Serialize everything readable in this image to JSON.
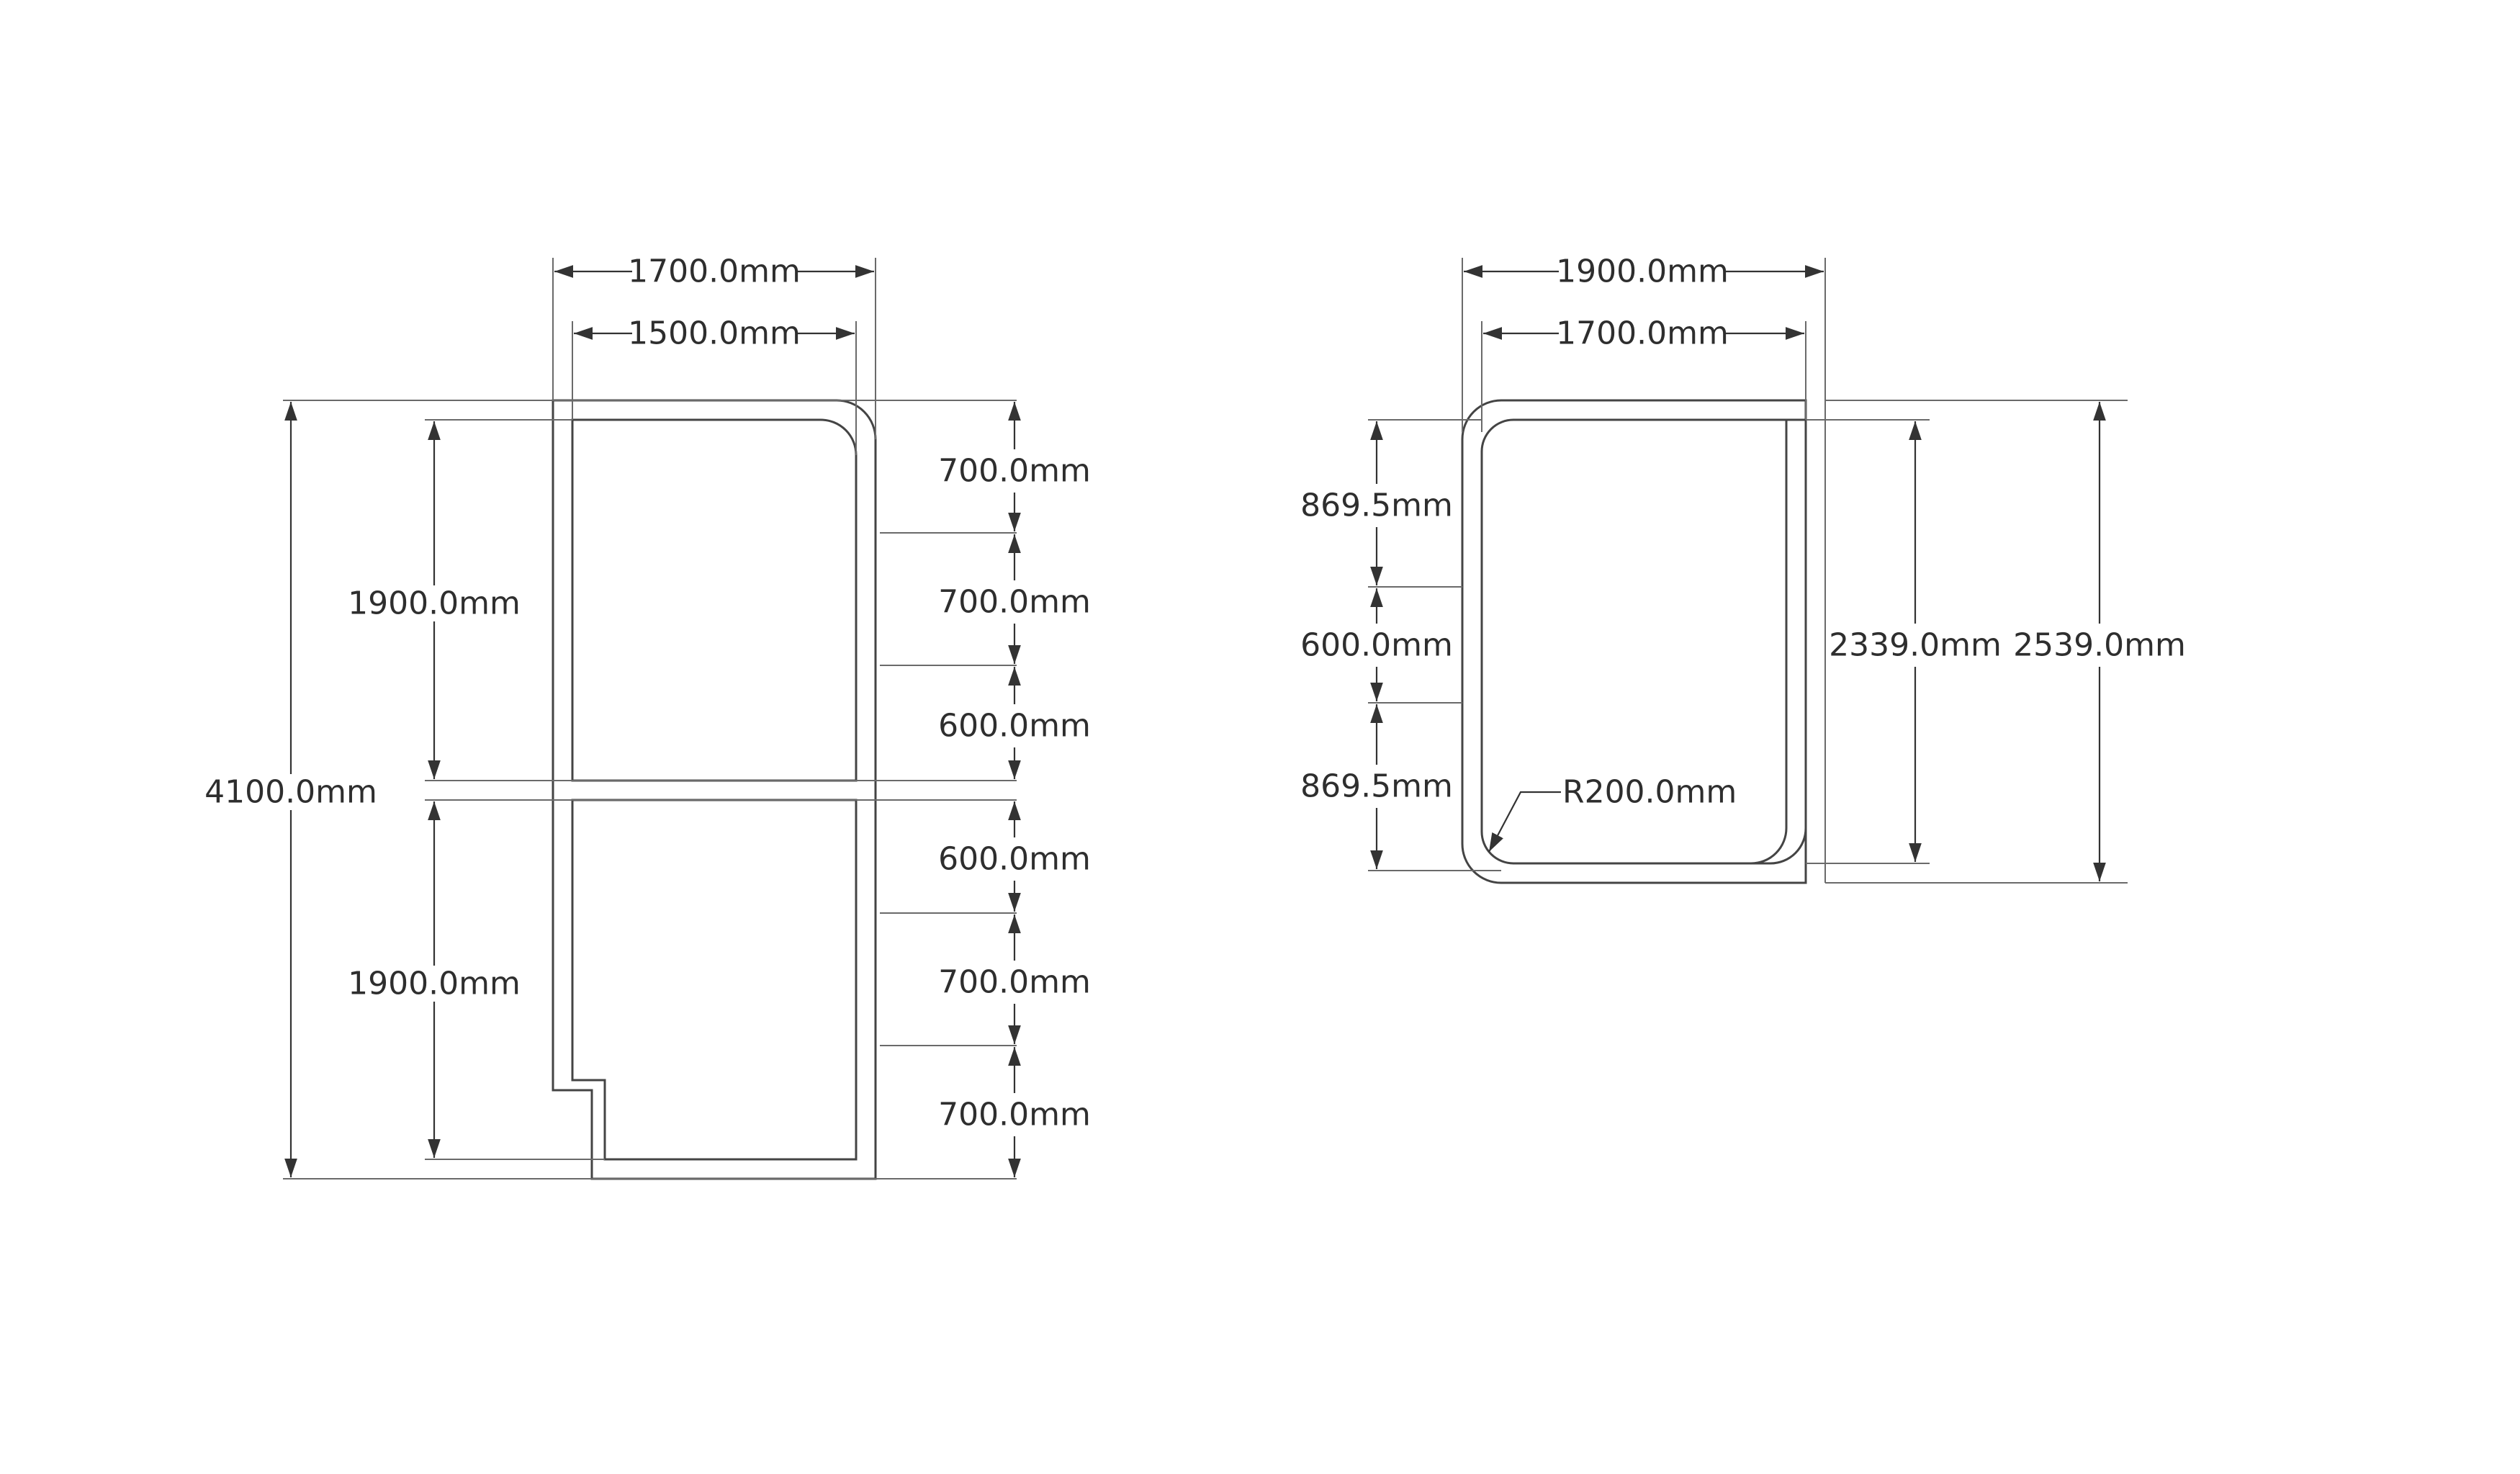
{
  "colors": {
    "background": "#ffffff",
    "outline": "#444444",
    "dimension": "#333333",
    "text": "#2e2e2e"
  },
  "drawings": [
    {
      "name": "left-plan",
      "dimensions": {
        "overall_width": "1700.0mm",
        "inner_width": "1500.0mm",
        "overall_height": "4100.0mm",
        "upper_inner_height": "1900.0mm",
        "lower_inner_height": "1900.0mm",
        "right_segments": [
          "700.0mm",
          "700.0mm",
          "600.0mm",
          "600.0mm",
          "700.0mm",
          "700.0mm"
        ]
      }
    },
    {
      "name": "right-plan",
      "dimensions": {
        "overall_width": "1900.0mm",
        "inner_width": "1700.0mm",
        "inner_height": "2339.0mm",
        "overall_height": "2539.0mm",
        "left_segments": [
          "869.5mm",
          "600.0mm",
          "869.5mm"
        ],
        "corner_radius": "R200.0mm"
      }
    }
  ]
}
